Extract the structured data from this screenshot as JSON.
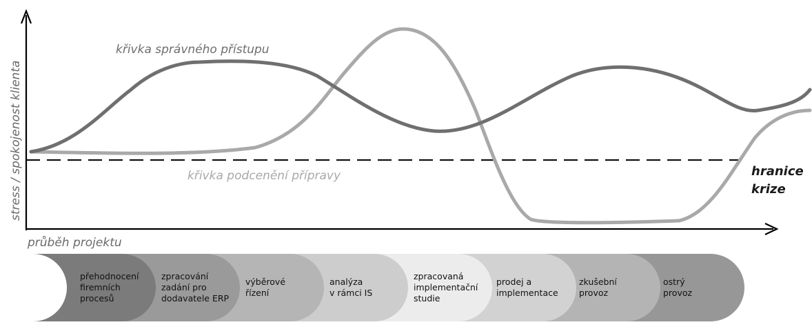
{
  "axes": {
    "y_label": "stress / spokojenost klienta",
    "x_label": "průběh projektu"
  },
  "curves": {
    "correct_label": "křivka správného přístupu",
    "underestimated_label": "křivka podcenění přípravy",
    "correct_color": "#6f6f6f",
    "underestimated_color": "#a9a9a9"
  },
  "crisis": {
    "line1": "hranice",
    "line2": "krize"
  },
  "phases": [
    {
      "lines": [
        "přehodnocení",
        "firemních",
        "procesů"
      ],
      "color": "#7b7b7b"
    },
    {
      "lines": [
        "zpracování",
        "zadání pro",
        "dodavatele ERP"
      ],
      "color": "#9a9a9a"
    },
    {
      "lines": [
        "výběrové",
        "řízení"
      ],
      "color": "#b5b5b5"
    },
    {
      "lines": [
        "analýza",
        "v rámci IS"
      ],
      "color": "#cdcdcd"
    },
    {
      "lines": [
        "zpracovaná",
        "implementační",
        "studie"
      ],
      "color": "#ececec"
    },
    {
      "lines": [
        "prodej a",
        "implementace"
      ],
      "color": "#d2d2d2"
    },
    {
      "lines": [
        "zkušební",
        "provoz"
      ],
      "color": "#b4b4b4"
    },
    {
      "lines": [
        "ostrý",
        "provoz"
      ],
      "color": "#979797"
    }
  ]
}
